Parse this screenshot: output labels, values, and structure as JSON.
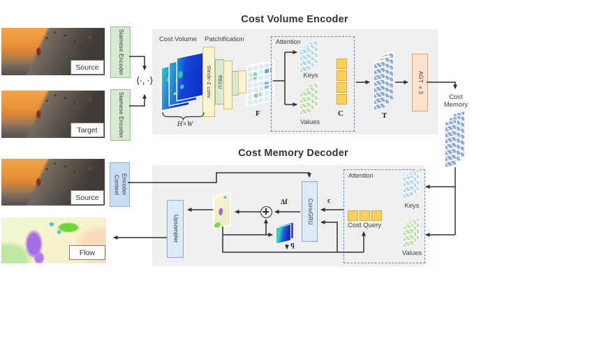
{
  "titles": {
    "encoder": "Cost Volume Encoder",
    "decoder": "Cost Memory Decoder"
  },
  "inputs": {
    "source1_label": "Source",
    "target_label": "Target",
    "source2_label": "Source",
    "flow_label": "Flow",
    "siamese_encoder1_label": "Siamese Encoder",
    "siamese_encoder2_label": "Siamese Encoder",
    "context_encoder_label": "Context Encoder",
    "inner_product": "⟨·, ·⟩"
  },
  "encoder": {
    "cost_volume_label": "Cost Volume",
    "hw_label": "H×W",
    "patchification_label": "Patchification",
    "stride_conv_label": "Stride-2 conv",
    "relu_label": "RELU",
    "f_label": "F",
    "attention_label": "Attention",
    "keys_label": "Keys",
    "values_label": "Values",
    "c_label": "C",
    "t_label": "T",
    "agt_label": "AGT ×3",
    "cost_memory_label": "Cost Memory"
  },
  "decoder": {
    "attention_label": "Attention",
    "keys_label": "Keys",
    "values_label": "Values",
    "cost_query_label": "Cost Query",
    "convgru_label": "ConvGRU",
    "upsampler_label": "Upsampler",
    "c_label": "c",
    "delta_f_label": "Δf",
    "q_label": "q"
  },
  "colors": {
    "panel_bg": "#efefef",
    "siamese_green": "#d7e9d2",
    "context_blue": "#c9def2",
    "module_lightblue": "#dceaf6",
    "agt_orange": "#fbe3cf",
    "conv_yellow": "#fdf3d2",
    "token_yellow": "#fbd258",
    "token_periwinkle": "#8ea9dc",
    "keys_blue": "#b8d8f0",
    "values_green": "#c0dfae",
    "attention_dash_blue": "#5b87c5",
    "wire_dark": "#2f2f2f"
  }
}
